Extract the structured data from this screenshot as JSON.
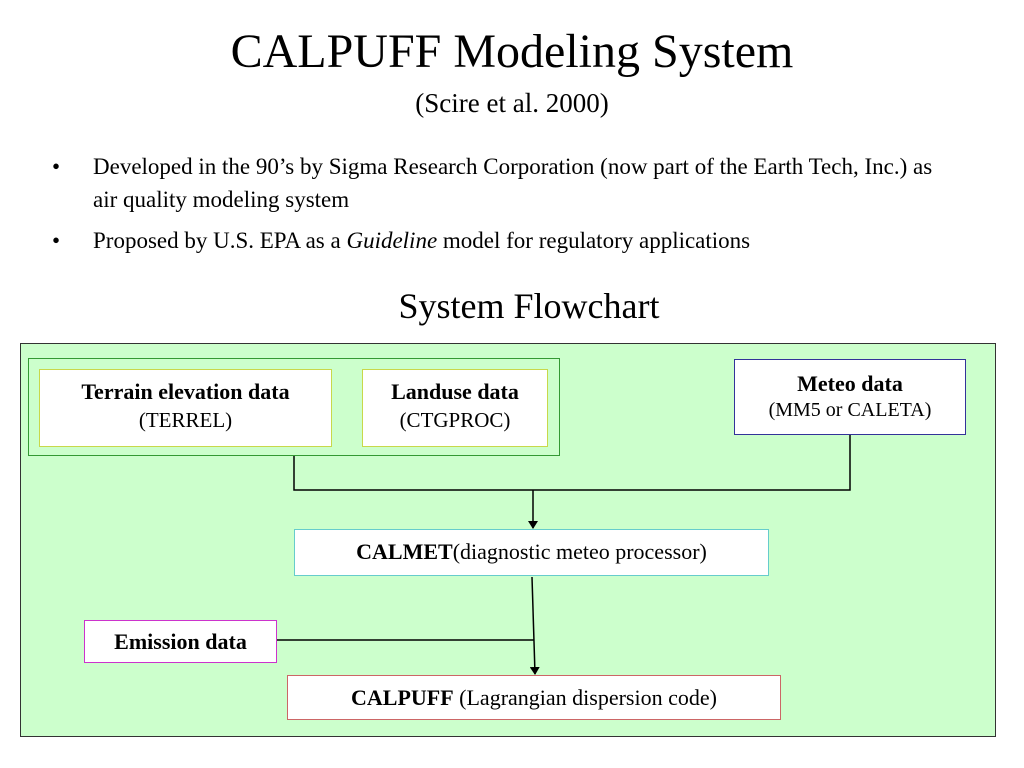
{
  "slide": {
    "title": "CALPUFF Modeling System",
    "subtitle": "(Scire et al. 2000)",
    "bullets": [
      {
        "marker": "•",
        "text": "Developed in the 90’s by Sigma Research Corporation (now part of the Earth Tech, Inc.) as air quality modeling system"
      },
      {
        "marker": "•",
        "pre": "Proposed by U.S. EPA as a ",
        "italic": "Guideline",
        "post": " model for regulatory applications"
      }
    ],
    "flowchart_title": "System Flowchart"
  },
  "flowchart": {
    "nodes": {
      "terrain": {
        "label": "Terrain elevation data",
        "sub": "(TERREL)"
      },
      "landuse": {
        "label": "Landuse data",
        "sub": "(CTGPROC)"
      },
      "meteo": {
        "label": "Meteo data",
        "sub": "(MM5 or CALETA)"
      },
      "calmet": {
        "bold": "CALMET",
        "rest": "(diagnostic meteo processor)"
      },
      "emission": {
        "label": "Emission data"
      },
      "calpuff": {
        "bold": "CALPUFF",
        "rest": " (Lagrangian dispersion code)"
      }
    },
    "edges": [
      {
        "from": "terrain",
        "to": "calmet"
      },
      {
        "from": "landuse",
        "to": "calmet"
      },
      {
        "from": "meteo",
        "to": "calmet"
      },
      {
        "from": "calmet",
        "to": "calpuff"
      },
      {
        "from": "emission",
        "to": "calpuff"
      }
    ],
    "colors": {
      "panel_bg": "#ccffcc",
      "group_border": "#339933",
      "terrain_border": "#c8d84a",
      "landuse_border": "#c8d84a",
      "meteo_border": "#333399",
      "calmet_border": "#66cccc",
      "emission_border": "#cc33cc",
      "calpuff_border": "#cc6666"
    }
  }
}
